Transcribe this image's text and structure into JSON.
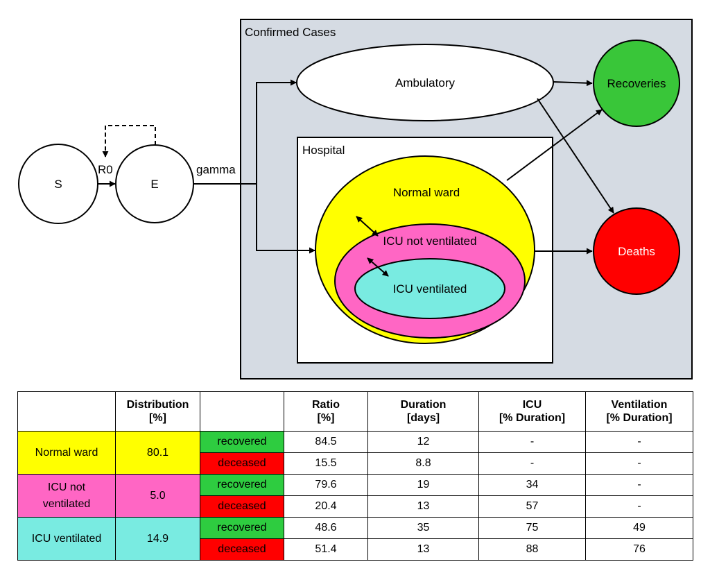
{
  "diagram": {
    "confirmed_label": "Confirmed Cases",
    "hospital_label": "Hospital",
    "nodes": {
      "s": "S",
      "e": "E",
      "ambulatory": "Ambulatory",
      "recoveries": "Recoveries",
      "deaths": "Deaths",
      "normal_ward": "Normal ward",
      "icu_not_ventilated": "ICU not ventilated",
      "icu_ventilated": "ICU ventilated"
    },
    "edge_labels": {
      "r0": "R0",
      "gamma": "gamma"
    },
    "colors": {
      "panel": "#d5dbe3",
      "recoveries": "#39c639",
      "deaths": "#ff0000",
      "normal_ward": "#ffff00",
      "icu_not_ventilated": "#ff66c4",
      "icu_ventilated": "#79ebe1"
    }
  },
  "table": {
    "headers": {
      "distribution": [
        "Distribution",
        "[%]"
      ],
      "ratio": [
        "Ratio",
        "[%]"
      ],
      "duration": [
        "Duration",
        "[days]"
      ],
      "icu": [
        "ICU",
        "[% Duration]"
      ],
      "ventilation": [
        "Ventilation",
        "[% Duration]"
      ]
    },
    "groups": [
      {
        "name": "Normal ward",
        "distribution": "80.1",
        "rows": [
          {
            "outcome": "recovered",
            "ratio": "84.5",
            "duration": "12",
            "icu": "-",
            "ventilation": "-"
          },
          {
            "outcome": "deceased",
            "ratio": "15.5",
            "duration": "8.8",
            "icu": "-",
            "ventilation": "-"
          }
        ]
      },
      {
        "name": "ICU not ventilated",
        "distribution": "5.0",
        "rows": [
          {
            "outcome": "recovered",
            "ratio": "79.6",
            "duration": "19",
            "icu": "34",
            "ventilation": "-"
          },
          {
            "outcome": "deceased",
            "ratio": "20.4",
            "duration": "13",
            "icu": "57",
            "ventilation": "-"
          }
        ]
      },
      {
        "name": "ICU ventilated",
        "distribution": "14.9",
        "rows": [
          {
            "outcome": "recovered",
            "ratio": "48.6",
            "duration": "35",
            "icu": "75",
            "ventilation": "49"
          },
          {
            "outcome": "deceased",
            "ratio": "51.4",
            "duration": "13",
            "icu": "88",
            "ventilation": "76"
          }
        ]
      }
    ]
  }
}
